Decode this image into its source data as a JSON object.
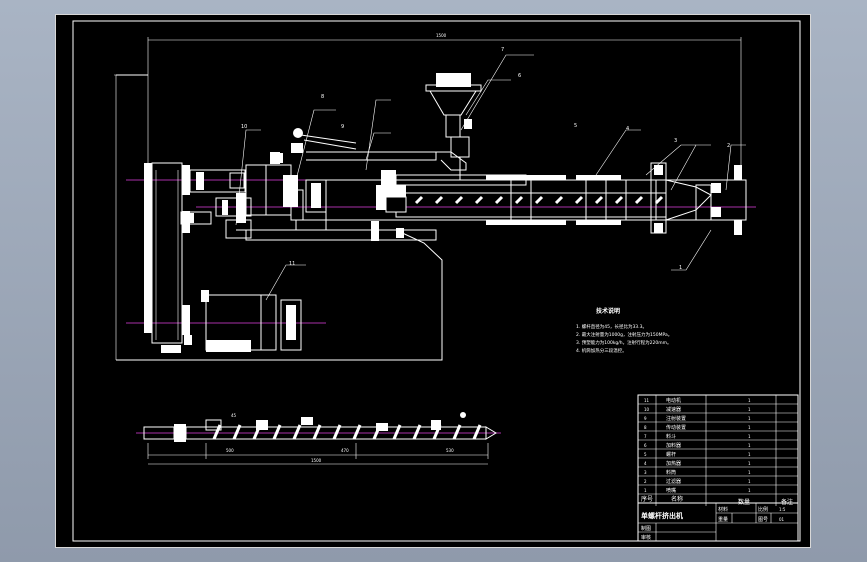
{
  "colors": {
    "background": "#a9b4c4",
    "sheet": "#000000",
    "line": "#ffffff",
    "centerline": "#e040e0"
  },
  "callouts": [
    "1",
    "2",
    "3",
    "4",
    "5",
    "6",
    "7",
    "8",
    "9",
    "10",
    "11"
  ],
  "dimensions": {
    "overall": "1500",
    "screw_feed": "500",
    "screw_compress": "470",
    "screw_meter": "530",
    "screw_total": "1500",
    "screw_d": "45"
  },
  "tech_notes": {
    "title": "技术说明",
    "items": [
      "1. 螺杆直径为45，长径比为33.3。",
      "2. 最大注射量为1000g，注射压力为150MPa。",
      "3. 预塑能力为100kg/h，注射行程为220mm。",
      "4. 机筒加热分三段温控。"
    ]
  },
  "parts_table": {
    "rows": [
      {
        "no": "11",
        "name": "电动机",
        "qty": "1"
      },
      {
        "no": "10",
        "name": "减速器",
        "qty": "1"
      },
      {
        "no": "9",
        "name": "注射装置",
        "qty": "1"
      },
      {
        "no": "8",
        "name": "传动装置",
        "qty": "1"
      },
      {
        "no": "7",
        "name": "料斗",
        "qty": "1"
      },
      {
        "no": "6",
        "name": "加料器",
        "qty": "1"
      },
      {
        "no": "5",
        "name": "螺杆",
        "qty": "1"
      },
      {
        "no": "4",
        "name": "加热器",
        "qty": "1"
      },
      {
        "no": "3",
        "name": "料筒",
        "qty": "1"
      },
      {
        "no": "2",
        "name": "过滤器",
        "qty": "1"
      },
      {
        "no": "1",
        "name": "喷嘴",
        "qty": "1"
      }
    ],
    "header": {
      "no": "序号",
      "name": "名称",
      "qty": "数量",
      "remark": "备注"
    }
  },
  "title_block": {
    "title": "单螺杆挤出机",
    "scale_label": "比例",
    "scale_value": "1:5",
    "sheet_label": "图号",
    "sheet_value": "01",
    "material_label": "材料",
    "weight_label": "重量",
    "drawn_label": "制图",
    "checked_label": "审核"
  }
}
